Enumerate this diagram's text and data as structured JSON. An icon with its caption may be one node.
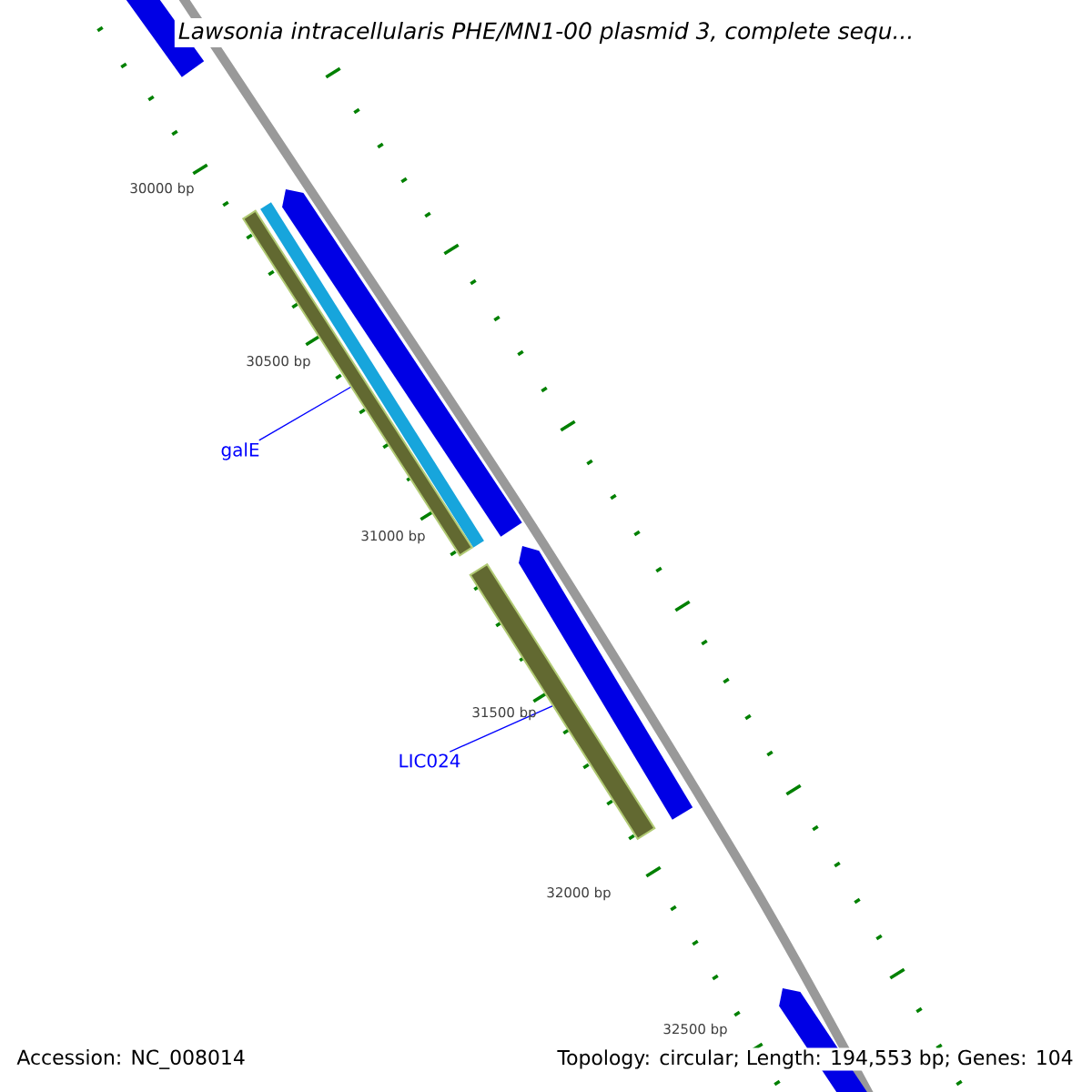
{
  "diagram": {
    "title": "Lawsonia intracellularis PHE/MN1-00 plasmid 3, complete sequ...",
    "nodes": [
      {
        "text": [
          "galE"
        ]
      },
      {
        "text": [],
        "shape": "bar"
      },
      {
        "text": [
          "LIC024"
        ]
      },
      {
        "text": [],
        "shape": "bar"
      }
    ],
    "edges": [
      {
        "from": 0,
        "to": 1,
        "arrow": "none"
      },
      {
        "from": 2,
        "to": 3,
        "arrow": "none"
      }
    ],
    "labels": [
      "30000 bp",
      "30500 bp",
      "31000 bp",
      "31500 bp",
      "32000 bp",
      "32500 bp",
      "Accession: NC_008014",
      "Topology: circular; Length: 194,553 bp; Genes: 104"
    ]
  }
}
